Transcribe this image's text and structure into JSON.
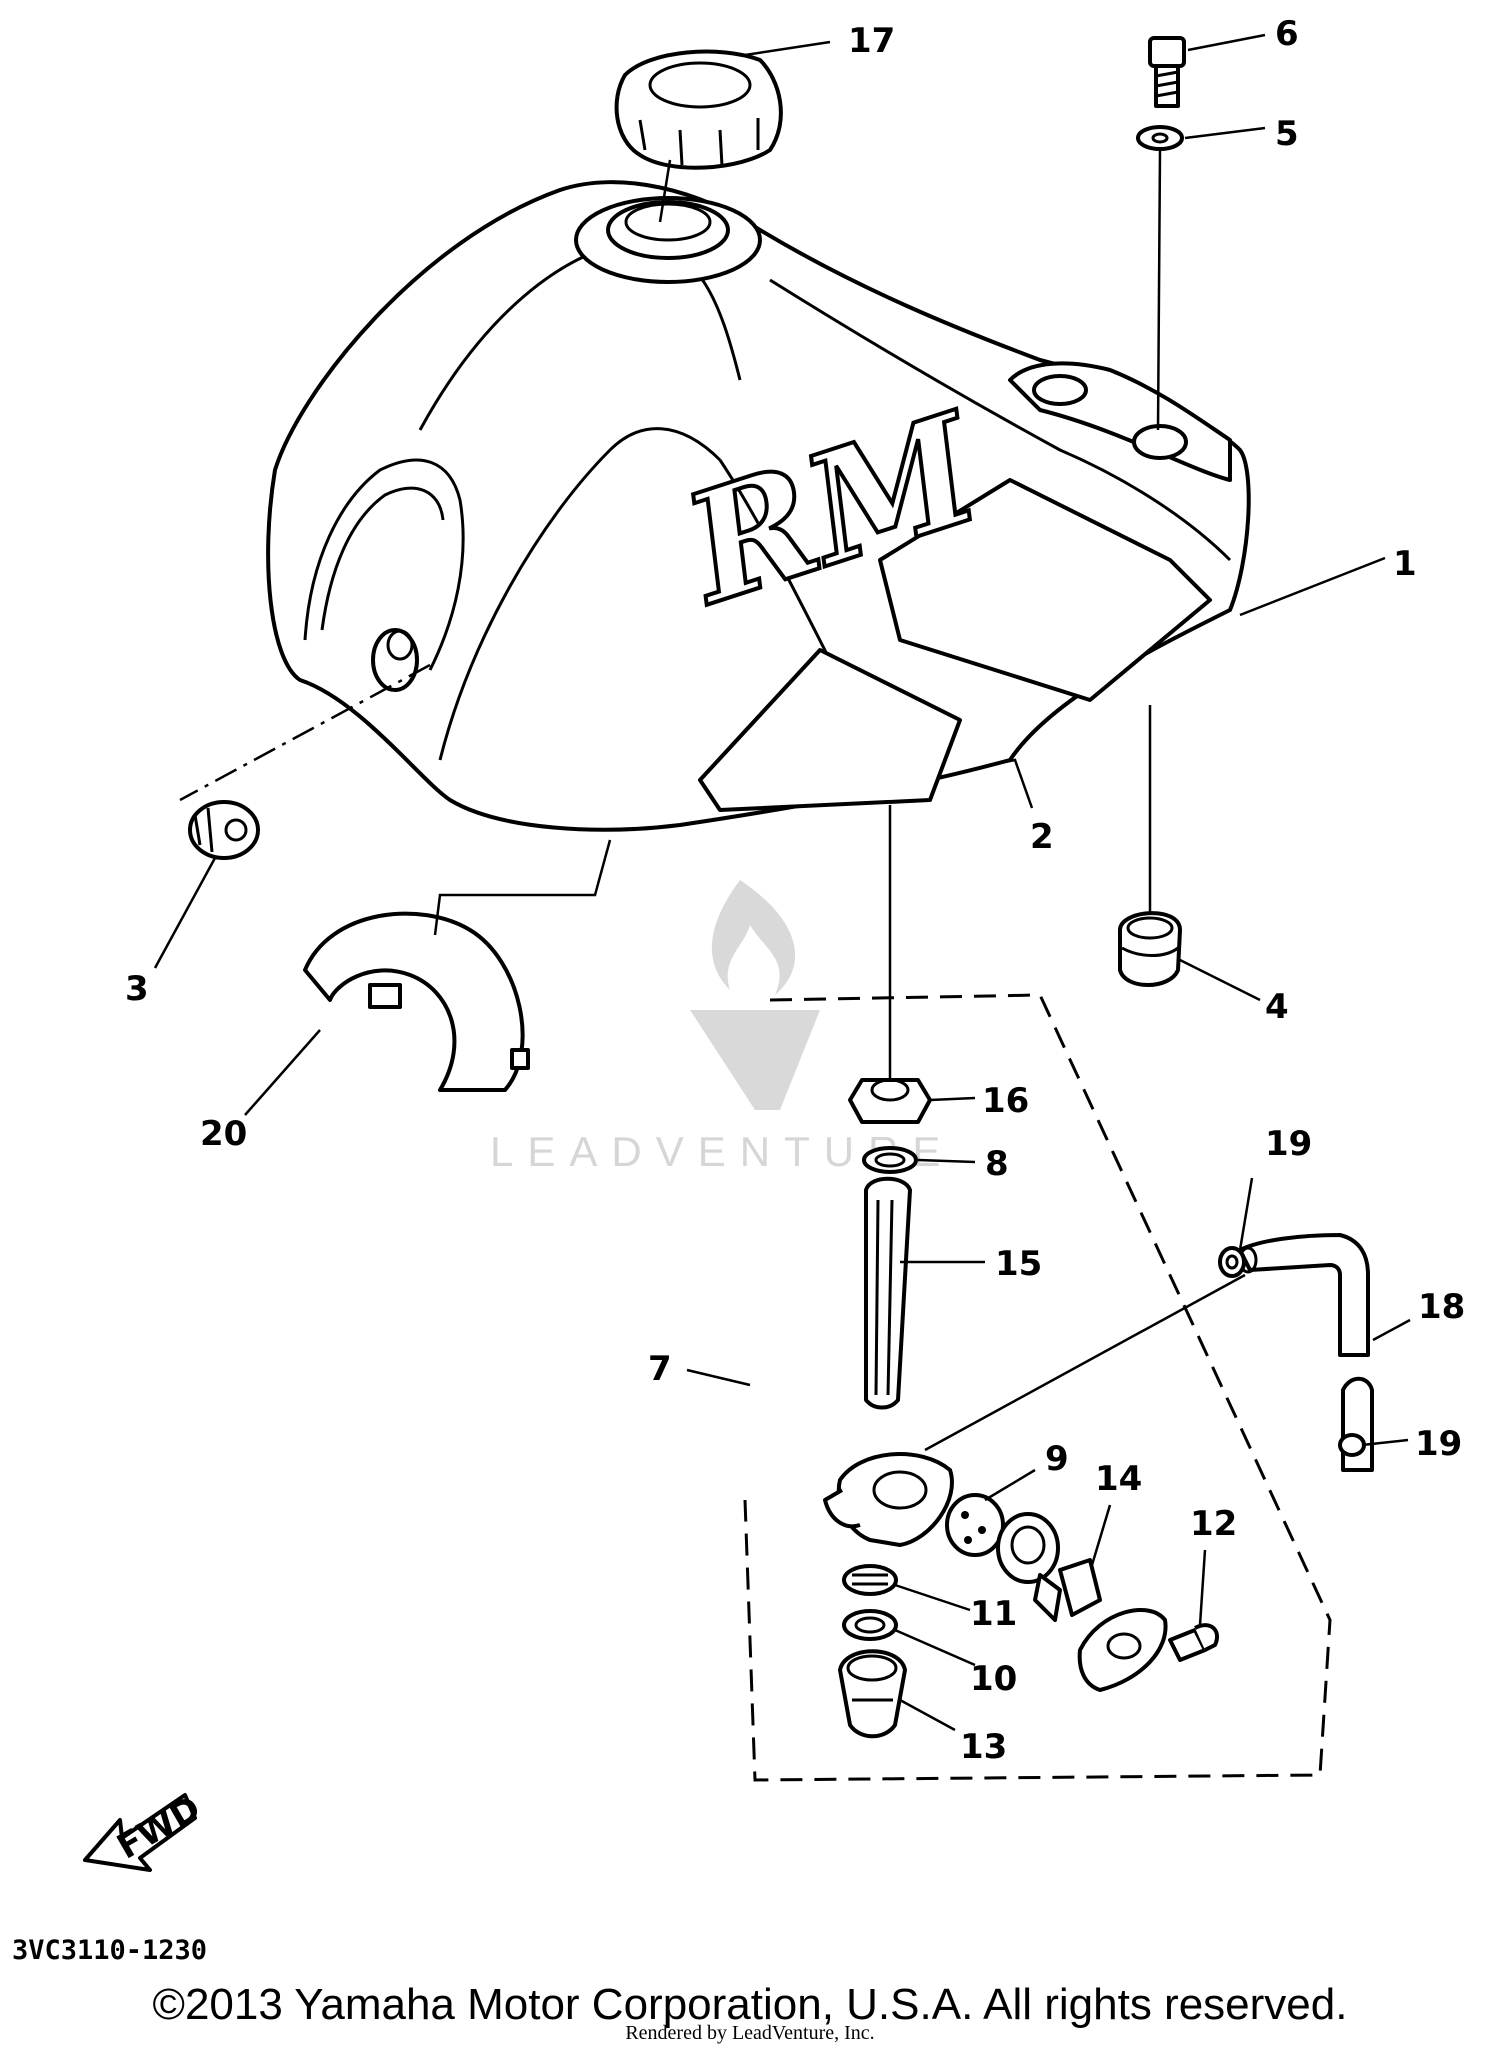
{
  "diagram": {
    "catalog_code": "3VC3110-1230",
    "copyright": "©2013 Yamaha Motor Corporation, U.S.A. All rights reserved.",
    "rendered_by": "Rendered by LeadVenture, Inc.",
    "watermark_text": "LEADVENTURE",
    "fwd_label": "FWD",
    "tank_logo": "RM",
    "callouts": [
      "1",
      "2",
      "3",
      "4",
      "5",
      "6",
      "7",
      "8",
      "9",
      "10",
      "11",
      "12",
      "13",
      "14",
      "15",
      "16",
      "17",
      "18",
      "19",
      "19",
      "20"
    ]
  },
  "colors": {
    "ink": "#000000",
    "paper": "#ffffff",
    "watermark": "#d6d6d6"
  }
}
